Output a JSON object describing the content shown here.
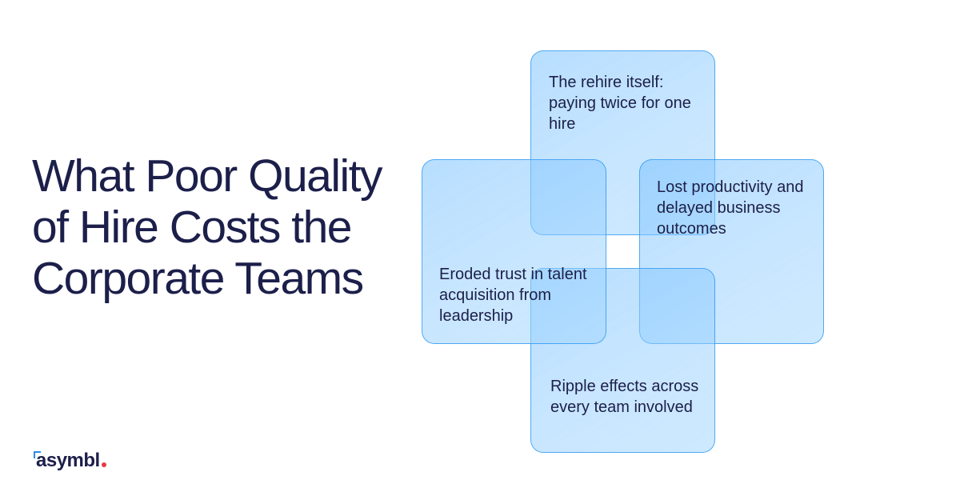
{
  "headline": "What Poor Quality of Hire Costs the Corporate Teams",
  "cards": {
    "top": "The rehire itself: paying twice for one hire",
    "right": "Lost productivity and delayed business outcomes",
    "bottom": "Ripple effects across every team involved",
    "left": "Eroded trust in talent acquisition from leadership"
  },
  "brand": {
    "name": "asymbl",
    "accent_color": "#2b8be6",
    "dot_color": "#e53a46",
    "text_color": "#1c1f4a"
  },
  "colors": {
    "card_fill": "#8ec9ff",
    "card_border": "#2896f0",
    "background": "#ffffff"
  }
}
